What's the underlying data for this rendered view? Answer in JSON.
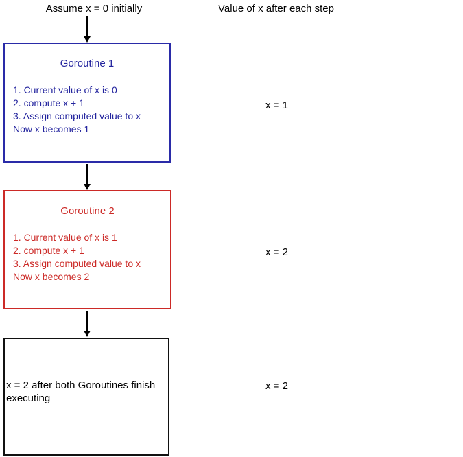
{
  "header": {
    "left_label": "Assume x = 0 initially",
    "right_label": "Value of x after each step"
  },
  "flow": {
    "boxes": [
      {
        "id": "goroutine-1",
        "title": "Goroutine 1",
        "lines": [
          "1. Current value of x is 0",
          "2. compute x + 1",
          "3. Assign computed value to x",
          "Now x becomes 1"
        ],
        "border_color": "#2a2ba8",
        "text_color": "#23249e"
      },
      {
        "id": "goroutine-2",
        "title": "Goroutine 2",
        "lines": [
          "1. Current value of x is 1",
          "2. compute x + 1",
          "3. Assign computed value to x",
          "Now x becomes 2"
        ],
        "border_color": "#cc2a27",
        "text_color": "#cc2a27"
      },
      {
        "id": "result",
        "title": "",
        "lines": [
          "x = 2 after both Goroutines finish executing"
        ],
        "border_color": "#111111",
        "text_color": "#000000"
      }
    ],
    "icons": {
      "connector": "arrow-down"
    }
  },
  "values_column": {
    "values": [
      "x = 1",
      "x = 2",
      "x = 2"
    ]
  }
}
